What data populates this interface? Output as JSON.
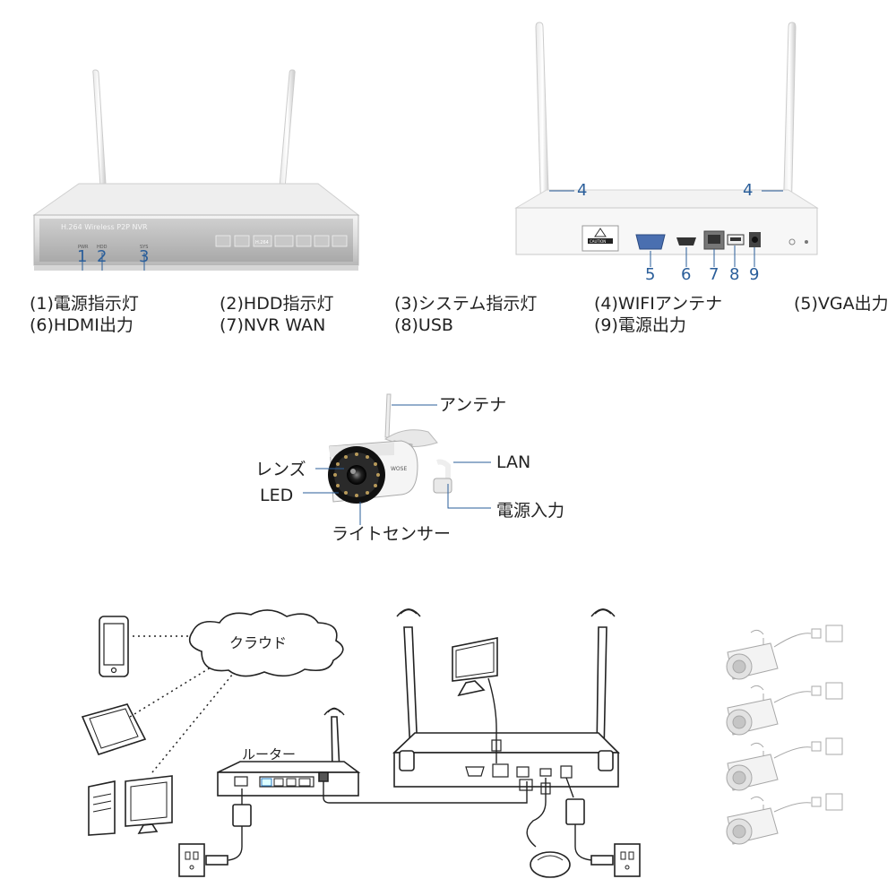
{
  "nvr_front": {
    "brand_text": "H.264 Wireless P2P NVR",
    "led_pwr": "PWR",
    "led_hdd": "HDD",
    "led_sys": "SYS",
    "btn_h264": "H.264",
    "callouts": [
      "1",
      "2",
      "3"
    ]
  },
  "nvr_back": {
    "callouts": [
      "4",
      "4",
      "5",
      "6",
      "7",
      "8",
      "9"
    ],
    "caution": "CAUTION"
  },
  "legend": [
    "(1)電源指示灯",
    "(6)HDMI出力",
    "(2)HDD指示灯",
    "(7)NVR WAN",
    "(3)システム指示灯",
    "(8)USB",
    "(4)WIFIアンテナ",
    "(9)電源出力",
    "(5)VGA出力"
  ],
  "camera": {
    "antenna": "アンテナ",
    "lens": "レンズ",
    "led": "LED",
    "lan": "LAN",
    "power_in": "電源入力",
    "light_sensor": "ライトセンサー",
    "brand": "WOSE"
  },
  "network": {
    "cloud": "クラウド",
    "router": "ルーター"
  }
}
